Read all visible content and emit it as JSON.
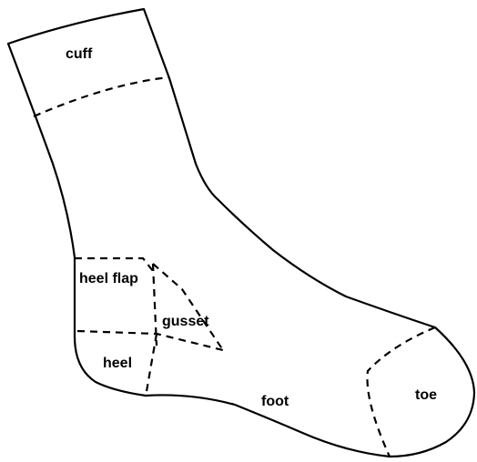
{
  "diagram": {
    "labels": {
      "cuff": "cuff",
      "heel_flap": "heel flap",
      "gusset": "gusset",
      "heel": "heel",
      "foot": "foot",
      "toe": "toe"
    }
  }
}
